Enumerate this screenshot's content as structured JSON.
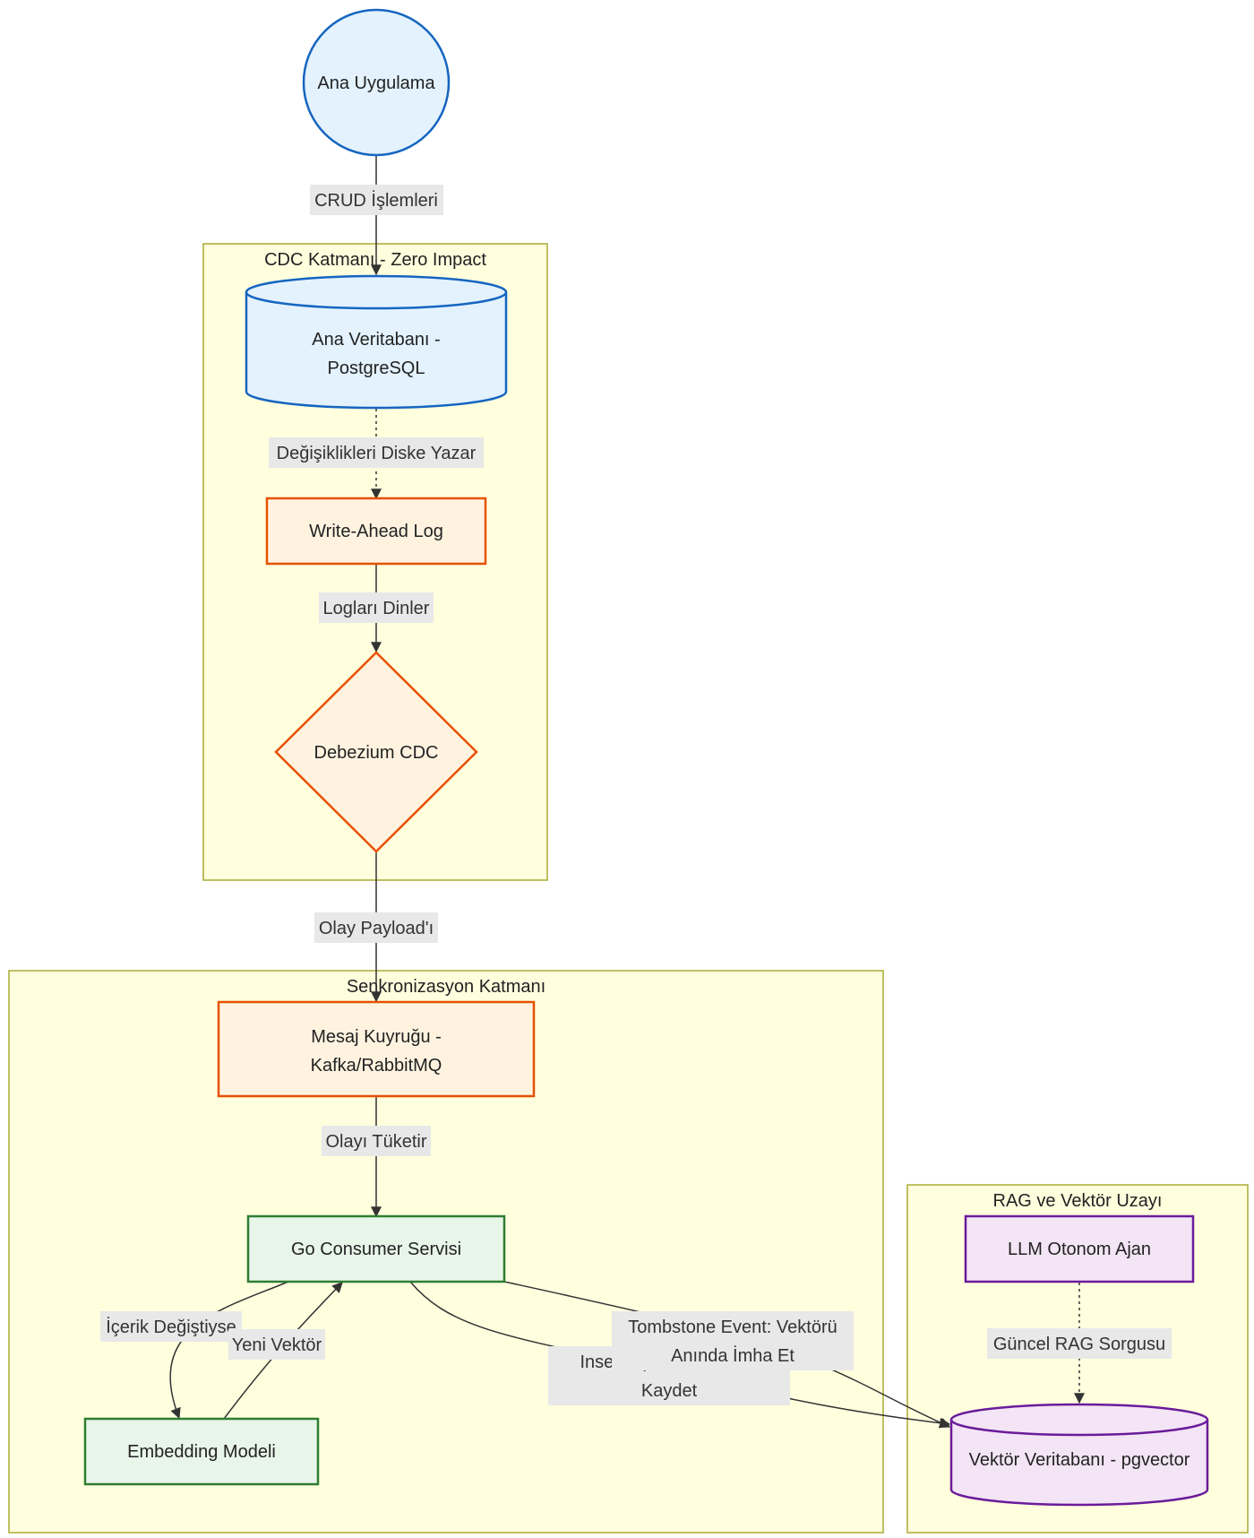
{
  "clusters": {
    "cdc": {
      "title": "CDC Katmanı - Zero Impact"
    },
    "sync": {
      "title": "Senkronizasyon Katmanı"
    },
    "rag": {
      "title": "RAG ve Vektör Uzayı"
    }
  },
  "nodes": {
    "app": {
      "label": "Ana Uygulama"
    },
    "db": {
      "label_line1": "Ana Veritabanı -",
      "label_line2": "PostgreSQL"
    },
    "wal": {
      "label": "Write-Ahead Log"
    },
    "debezium": {
      "label": "Debezium CDC"
    },
    "queue": {
      "label_line1": "Mesaj Kuyruğu -",
      "label_line2": "Kafka/RabbitMQ"
    },
    "consumer": {
      "label": "Go Consumer Servisi"
    },
    "embedding": {
      "label": "Embedding Modeli"
    },
    "llm": {
      "label": "LLM Otonom Ajan"
    },
    "vectordb": {
      "label": "Vektör Veritabanı - pgvector"
    }
  },
  "edges": {
    "crud": {
      "label": "CRUD İşlemleri"
    },
    "write_disk": {
      "label": "Değişiklikleri Diske Yazar"
    },
    "listen": {
      "label": "Logları Dinler"
    },
    "payload": {
      "label": "Olay Payload'ı"
    },
    "consume": {
      "label": "Olayı Tüketir"
    },
    "content_changed": {
      "label": "İçerik Değiştiyse"
    },
    "new_vector": {
      "label": "Yeni Vektör"
    },
    "insert_update": {
      "label_line1": "Insert/Update: Vektörü",
      "label_line2": "Kaydet"
    },
    "tombstone": {
      "label_line1": "Tombstone Event: Vektörü",
      "label_line2": "Anında İmha Et"
    },
    "rag_query": {
      "label": "Güncel RAG Sorgusu"
    }
  },
  "colors": {
    "cluster_fill": "#ffffde",
    "cluster_stroke": "#aaaa33",
    "blue_fill": "#e3f2fd",
    "blue_stroke": "#1565c0",
    "orange_fill": "#fff3e0",
    "orange_stroke": "#e65100",
    "green_fill": "#e8f5e9",
    "green_stroke": "#2e7d32",
    "purple_fill": "#f3e5f5",
    "purple_stroke": "#6a1b9a",
    "edge": "#333333",
    "edge_label_bg": "#e8e8e8"
  }
}
